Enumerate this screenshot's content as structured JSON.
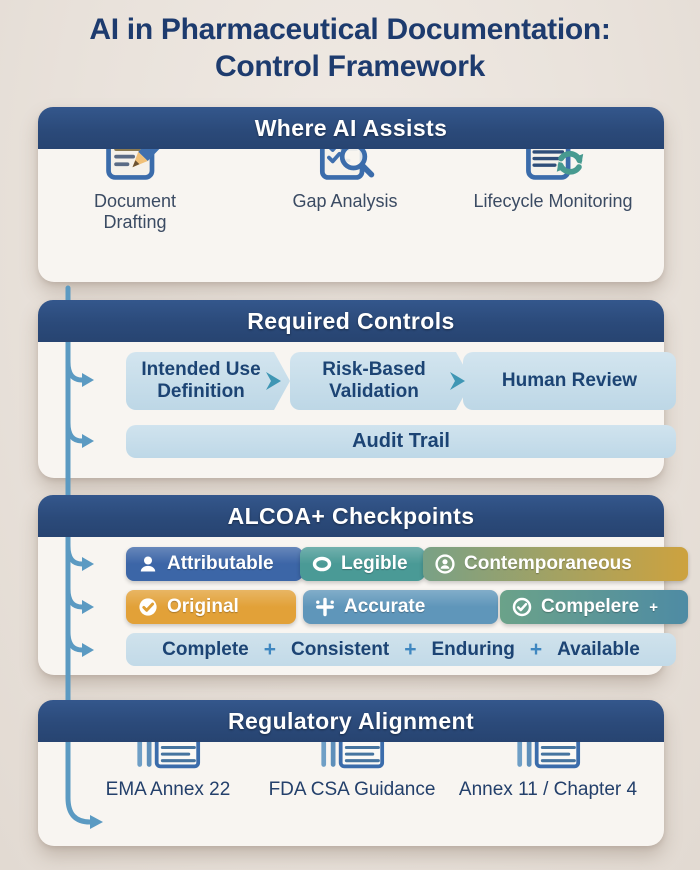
{
  "page": {
    "title_line1": "AI in Pharmaceutical Documentation:",
    "title_line2": "Control Framework"
  },
  "colors": {
    "header_navy": "#2b4a7a",
    "title_navy": "#1d3b6e",
    "connector_blue": "#5b9ac2",
    "light_blue_box": "#c4dbe9",
    "badge_attributable": "#3c66a7",
    "badge_legible": "#4a9a96",
    "badge_contemporaneous_gradient": [
      "#79a186",
      "#cda23f"
    ],
    "badge_original": "#e2a138",
    "badge_accurate": "#5f96ba",
    "badge_compelere_gradient": [
      "#6ba289",
      "#4e8ba4"
    ],
    "background": "#e9e2db"
  },
  "where_ai_assists": {
    "header": "Where AI Assists",
    "items": [
      {
        "label": "Document Drafting",
        "icon": "document-pencil-icon"
      },
      {
        "label": "Gap Analysis",
        "icon": "checklist-magnifier-icon"
      },
      {
        "label": "Lifecycle Monitoring",
        "icon": "document-refresh-icon"
      }
    ]
  },
  "required_controls": {
    "header": "Required Controls",
    "steps": [
      {
        "label": "Intended Use Definition"
      },
      {
        "label": "Risk-Based Validation"
      },
      {
        "label": "Human Review"
      }
    ],
    "audit_bar": "Audit Trail"
  },
  "alcoa": {
    "header": "ALCOA+ Checkpoints",
    "row1": [
      {
        "label": "Attributable",
        "icon": "person-icon"
      },
      {
        "label": "Legible",
        "icon": "eye-icon"
      },
      {
        "label": "Contemporaneous",
        "icon": "person-circle-icon"
      }
    ],
    "row2": [
      {
        "label": "Original",
        "icon": "check-circle-solid-icon"
      },
      {
        "label": "Accurate",
        "icon": "crosshair-plus-icon"
      },
      {
        "label": "Compelere",
        "suffix": "+",
        "icon": "check-circle-outline-icon"
      }
    ],
    "bottom": [
      "Complete",
      "+",
      "Consistent",
      "+",
      "Enduring",
      "+",
      "Available"
    ]
  },
  "regulatory": {
    "header": "Regulatory Alignment",
    "items": [
      {
        "label": "EMA Annex 22",
        "icon": "eu-flag-document-icon"
      },
      {
        "label": "FDA CSA Guidance",
        "icon": "us-flag-document-icon"
      },
      {
        "label": "Annex 11 / Chapter 4",
        "icon": "eu-flag-document-icon"
      }
    ]
  }
}
